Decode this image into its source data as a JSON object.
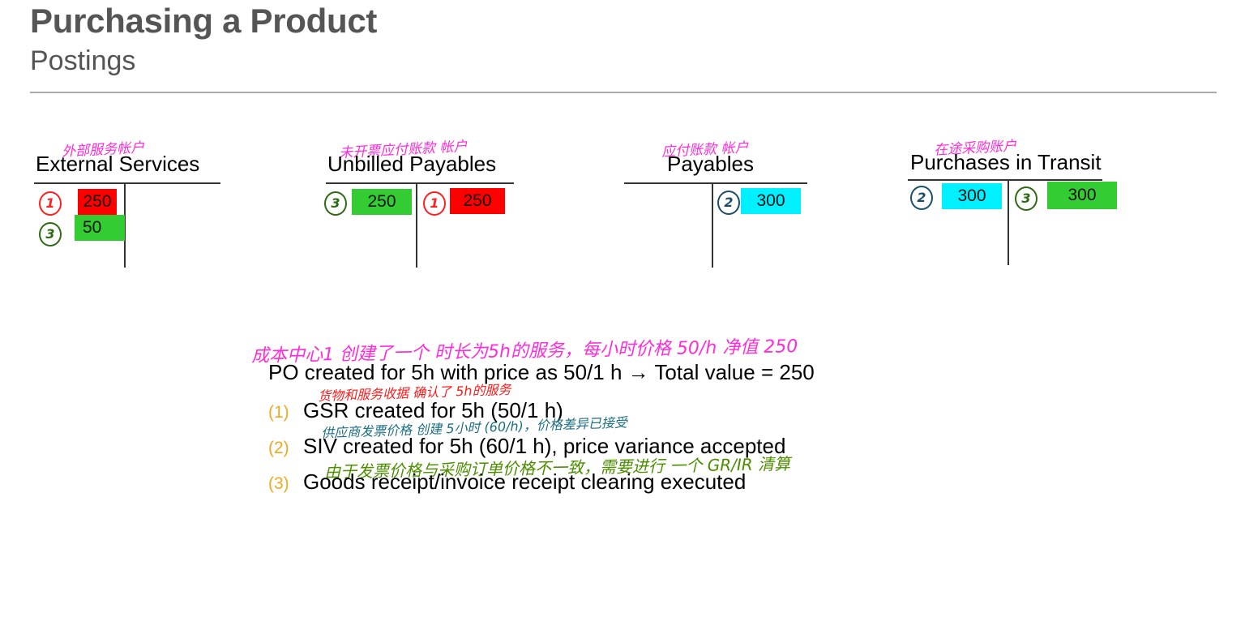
{
  "header": {
    "title": "Purchasing a Product",
    "subtitle": "Postings"
  },
  "accounts": [
    {
      "name": "External Services",
      "note": "外部服务帐户",
      "debit": [
        {
          "step": "1",
          "amount": "250",
          "color": "#ff0000"
        },
        {
          "step": "3",
          "amount": "50",
          "color": "#33cc33"
        }
      ],
      "credit": []
    },
    {
      "name": "Unbilled Payables",
      "note": "未开票应付账款 帐户",
      "debit": [
        {
          "step": "3",
          "amount": "250",
          "color": "#33cc33"
        }
      ],
      "credit": [
        {
          "step": "1",
          "amount": "250",
          "color": "#ff0000"
        }
      ]
    },
    {
      "name": "Payables",
      "note": "应付账款 帐户",
      "debit": [],
      "credit": [
        {
          "step": "2",
          "amount": "300",
          "color": "#00f0ff"
        }
      ]
    },
    {
      "name": "Purchases in Transit",
      "note": "在途采购账户",
      "debit": [
        {
          "step": "2",
          "amount": "300",
          "color": "#00f0ff"
        }
      ],
      "credit": [
        {
          "step": "3",
          "amount": "300",
          "color": "#33cc33"
        }
      ]
    }
  ],
  "scenario": {
    "po_text": "PO created for 5h with price as 50/1 h → Total value = 250",
    "po_note": "成本中心1 创建了一个 时长为5h的服务，每小时价格 50/h 净值 250",
    "steps": [
      {
        "number": "(1)",
        "text": "GSR created for 5h (50/1 h)",
        "note": "货物和服务收据 确认了 5h的服务"
      },
      {
        "number": "(2)",
        "text": "SIV created for 5h (60/1 h), price variance accepted",
        "note": "供应商发票价格 创建 5小时 (60/h)，价格差异已接受"
      },
      {
        "number": "(3)",
        "text": "Goods receipt/invoice receipt clearing executed",
        "note": "由于发票价格与采购订单价格不一致，需要进行 一个 GR/IR 清算"
      }
    ]
  },
  "colors": {
    "title": "#555555",
    "step_number": "#f0a81e",
    "annotation_pink": "#ff2bd8",
    "step1": "#ff0000",
    "step2": "#00f0ff",
    "step3": "#33cc33"
  }
}
